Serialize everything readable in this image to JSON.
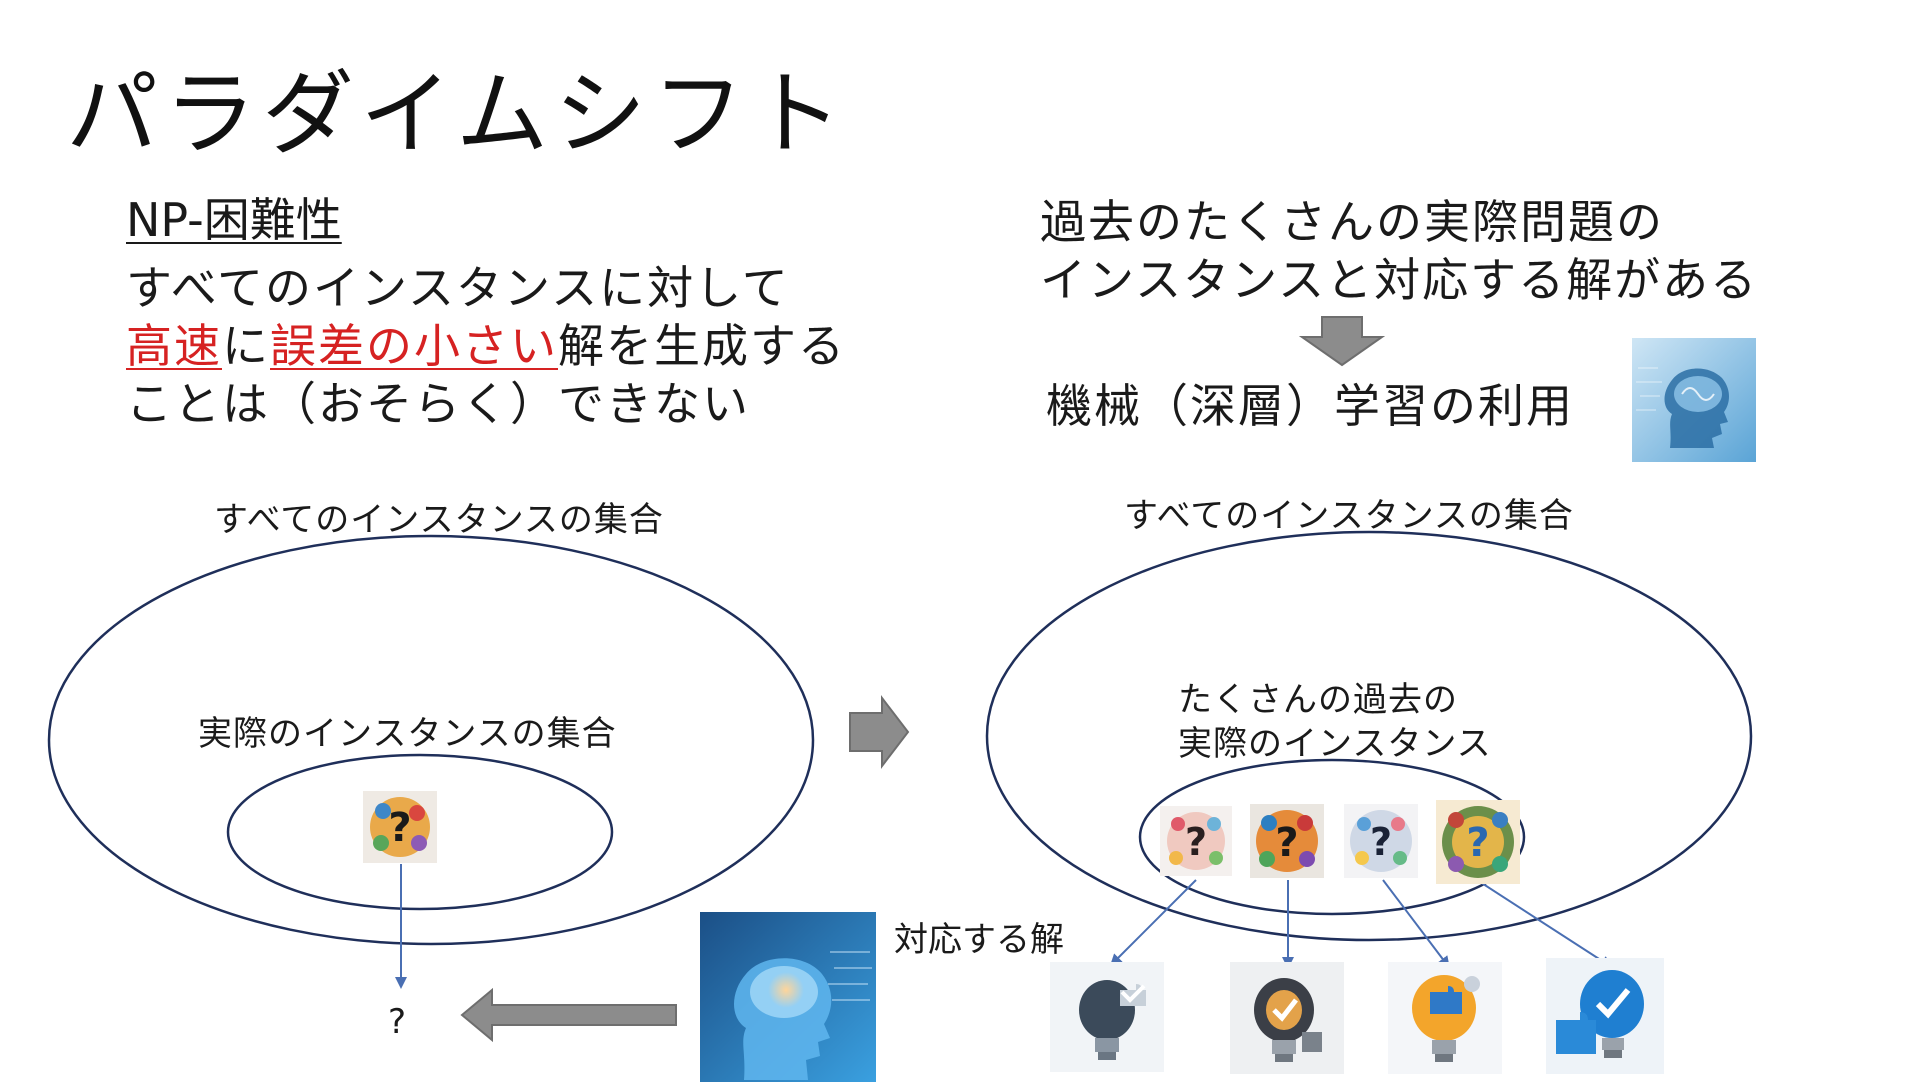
{
  "title": "パラダイムシフト",
  "left": {
    "heading": "NP-困難性",
    "line1": "すべてのインスタンスに対して",
    "line2": {
      "red1": "高速",
      "mid": "に",
      "red2": "誤差の小さい",
      "tail": "解を生成する"
    },
    "line3": "ことは（おそらく）できない"
  },
  "right": {
    "line1": "過去のたくさんの実際問題の",
    "line2": "インスタンスと対応する解がある",
    "ml": "機械（深層）学習の利用"
  },
  "diagram_left": {
    "outer_label": "すべてのインスタンスの集合",
    "inner_label": "実際のインスタンスの集合",
    "result": "?"
  },
  "diagram_right": {
    "outer_label": "すべてのインスタンスの集合",
    "inner_label_1": "たくさんの過去の",
    "inner_label_2": "実際のインスタンス",
    "solution_label": "対応する解"
  },
  "icons": {
    "question_tile": "question-puzzle-icon",
    "brain_head": "brain-head-icon",
    "solution_tile": "lightbulb-puzzle-icon"
  },
  "colors": {
    "accent_red": "#d62222",
    "ellipse_stroke": "#1f2f5a",
    "arrow_blue": "#4a6fb3",
    "arrow_gray": "#8c8c8c",
    "brain_blue": "#1e6fb8"
  }
}
